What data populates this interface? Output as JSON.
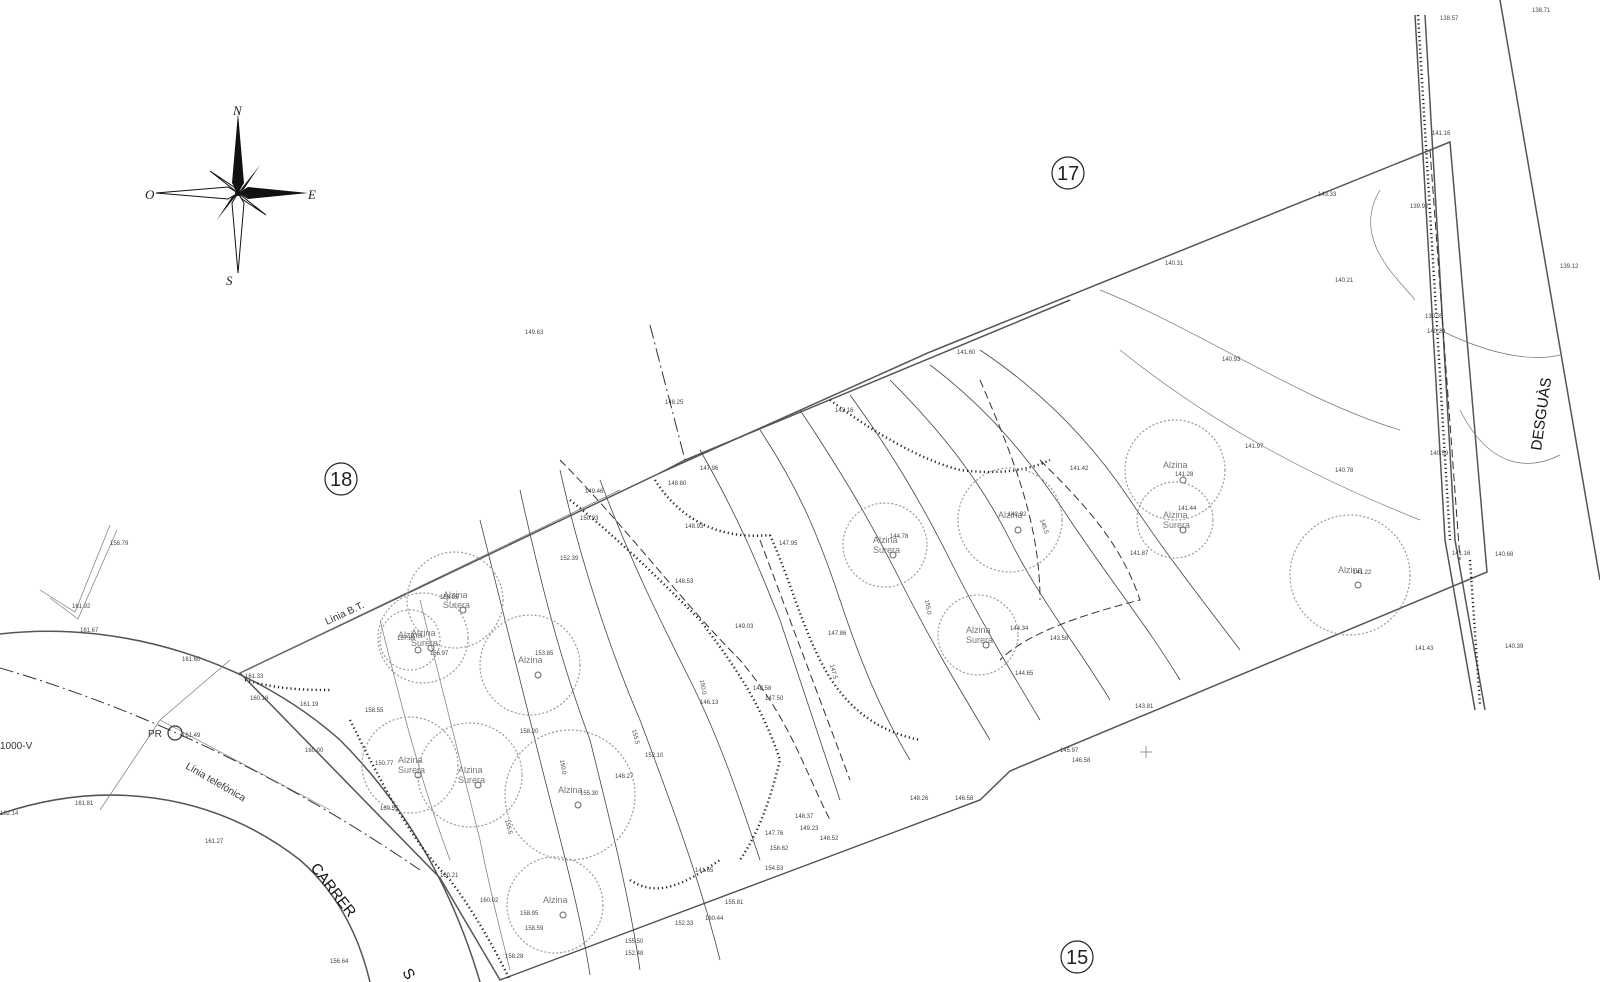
{
  "compass": {
    "north": "N",
    "east": "E",
    "south": "S",
    "west": "O"
  },
  "parcels": [
    {
      "id": "parcel-17",
      "label": "17"
    },
    {
      "id": "parcel-18",
      "label": "18"
    },
    {
      "id": "parcel-15",
      "label": "15"
    }
  ],
  "streets": {
    "carrer": "CARRER",
    "carrer_suffix": "S",
    "desguas": "DESGUÀS",
    "road_code": "1000-V"
  },
  "lines": {
    "bt": "Línia B.T.",
    "telefonica": "Línia telefònica"
  },
  "point": {
    "pr": "PR"
  },
  "trees": [
    {
      "l1": "Alzina",
      "l2": "Surera"
    },
    {
      "l1": "Alzina",
      "l2": "Surera"
    },
    {
      "l1": "Alzina",
      "l2": ""
    },
    {
      "l1": "Alzina",
      "l2": "Surera"
    },
    {
      "l1": "Alzina",
      "l2": ""
    },
    {
      "l1": "Alzina",
      "l2": "Surera"
    },
    {
      "l1": "Alzina",
      "l2": "Surera"
    },
    {
      "l1": "Alzina",
      "l2": ""
    },
    {
      "l1": "Alzina",
      "l2": "Surera"
    },
    {
      "l1": "Alzina",
      "l2": ""
    },
    {
      "l1": "Alzina",
      "l2": "Surera"
    },
    {
      "l1": "Alzina",
      "l2": ""
    },
    {
      "l1": "Alzina",
      "l2": ""
    },
    {
      "l1": "Alzina",
      "l2": ""
    }
  ],
  "contour_labels": [
    "150.0",
    "155.5",
    "150.0",
    "155.5",
    "155.0",
    "145.5",
    "147.5"
  ],
  "elevations": [
    "149.63",
    "148.25",
    "147.96",
    "148.80",
    "149.46",
    "148.93",
    "150.93",
    "152.39",
    "148.53",
    "149.03",
    "147.95",
    "148.58",
    "147.50",
    "146.13",
    "147.86",
    "141.16",
    "141.60",
    "143.16",
    "141.42",
    "142.92",
    "144.78",
    "144.34",
    "143.58",
    "141.87",
    "144.65",
    "143.81",
    "145.97",
    "146.58",
    "148.26",
    "146.58",
    "141.97",
    "139.92",
    "140.21",
    "143.33",
    "140.31",
    "140.93",
    "140.78",
    "139.35",
    "140.29",
    "140.59",
    "141.22",
    "141.28",
    "141.44",
    "140.68",
    "140.39",
    "141.16",
    "141.43",
    "138.57",
    "138.71",
    "139.12",
    "158.79",
    "161.92",
    "161.67",
    "161.60",
    "161.49",
    "161.33",
    "160.18",
    "161.19",
    "160.00",
    "158.55",
    "158.05",
    "157.89",
    "156.97",
    "153.85",
    "152.10",
    "155.30",
    "150.77",
    "160.55",
    "161.81",
    "162.14",
    "161.27",
    "160.21",
    "160.02",
    "158.95",
    "158.59",
    "148.37",
    "149.23",
    "148.52",
    "158.62",
    "154.53",
    "155.50",
    "152.48",
    "158.28",
    "152.33",
    "155.81",
    "160.44",
    "156.64",
    "158.20",
    "148.27",
    "147.76",
    "141.65"
  ]
}
